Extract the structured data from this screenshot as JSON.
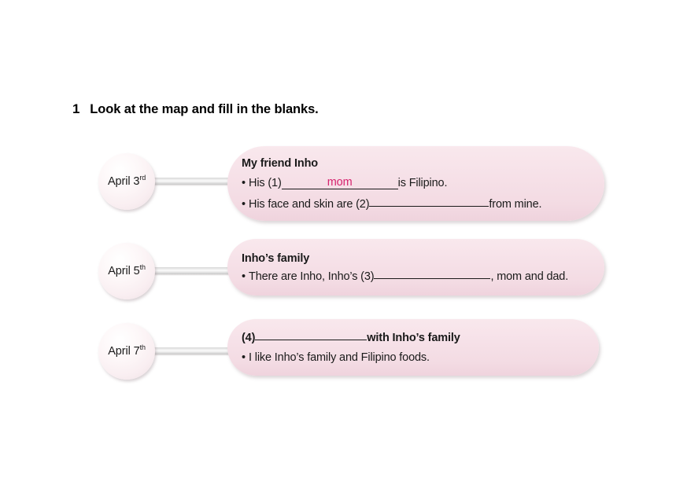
{
  "exercise": {
    "number": "1",
    "title": "Look at the map and fill in the blanks."
  },
  "colors": {
    "answer_text": "#d6246e",
    "pill_fill": "#f6e1e8",
    "bubble_fill": "#fbf3f5",
    "connector": "#e3e3e3",
    "page_background": "#ffffff",
    "body_text": "#1a1a1a"
  },
  "entries": [
    {
      "date_text": "April 3",
      "date_ordinal": "rd",
      "heading": "My friend Inho",
      "heading_is_bold": true,
      "lines": [
        {
          "bullet": "•",
          "before": "His (1)",
          "blank_number": "1",
          "blank_answer": "mom",
          "after": " is Filipino."
        },
        {
          "bullet": "•",
          "before": "His face and skin are (2)",
          "blank_number": "2",
          "blank_answer": "",
          "after": " from mine."
        }
      ]
    },
    {
      "date_text": "April 5",
      "date_ordinal": "th",
      "heading": "Inho’s family",
      "heading_is_bold": true,
      "lines": [
        {
          "bullet": "•",
          "before": "There are Inho, Inho’s (3)",
          "blank_number": "3",
          "blank_answer": "",
          "after": ", mom and dad."
        }
      ]
    },
    {
      "date_text": "April 7",
      "date_ordinal": "th",
      "heading_blank": {
        "before": "(4)",
        "blank_number": "4",
        "blank_answer": "",
        "after": " with Inho’s family"
      },
      "lines": [
        {
          "bullet": "•",
          "before": "I like Inho’s family and Filipino foods.",
          "blank_number": "",
          "blank_answer": "",
          "after": ""
        }
      ]
    }
  ]
}
